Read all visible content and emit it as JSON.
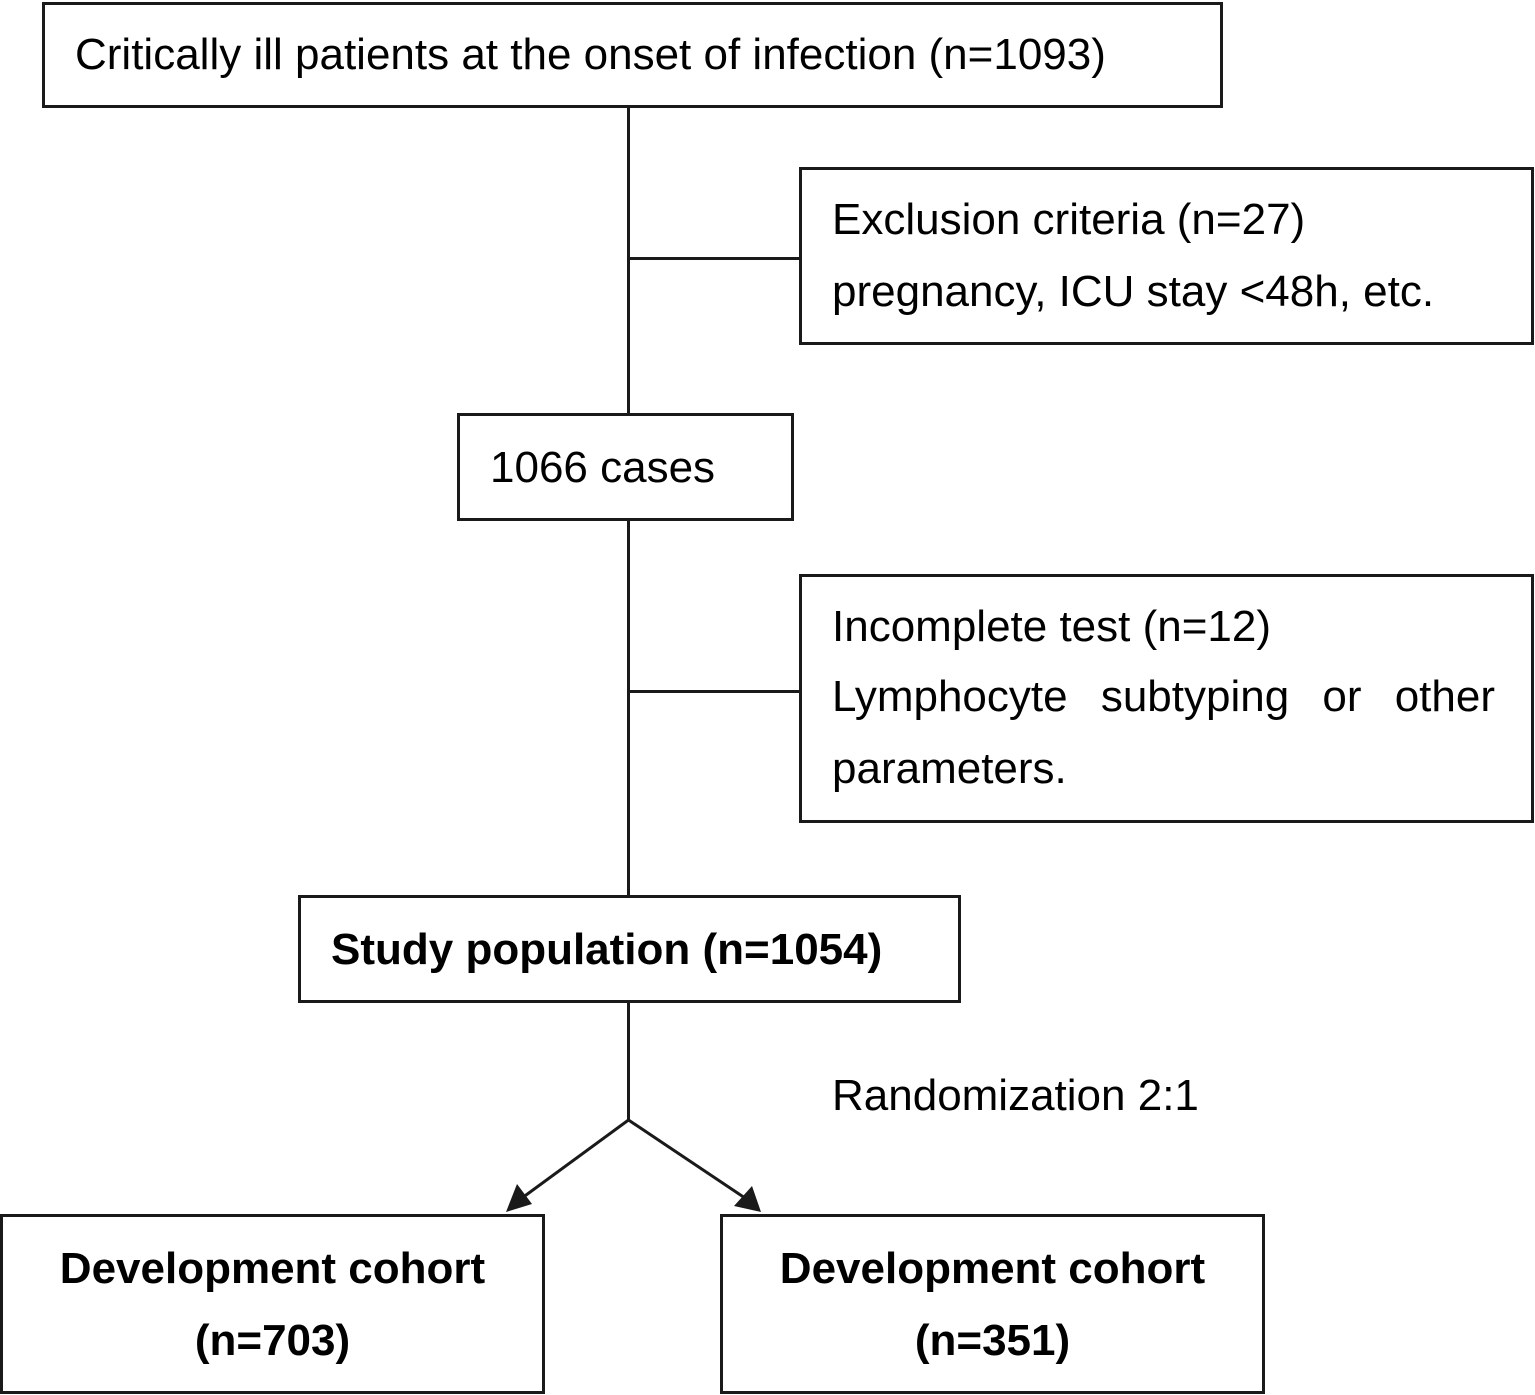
{
  "diagram": {
    "start_box": "Critically ill patients at the onset of infection (n=1093)",
    "exclusion_box": {
      "line1": "Exclusion criteria (n=27)",
      "line2": "pregnancy, ICU stay <48h, etc."
    },
    "cases_box": "1066 cases",
    "incomplete_box": {
      "line1": "Incomplete test (n=12)",
      "line2_words": [
        "Lymphocyte",
        "subtyping",
        "or",
        "other"
      ],
      "line3": "parameters."
    },
    "study_box": "Study population (n=1054)",
    "randomization_label": "Randomization 2:1",
    "cohort_left": {
      "line1": "Development cohort",
      "line2": "(n=703)"
    },
    "cohort_right": {
      "line1": "Development cohort",
      "line2": "(n=351)"
    }
  },
  "colors": {
    "stroke": "#1a1a1a",
    "background": "#ffffff",
    "text": "#000000"
  }
}
